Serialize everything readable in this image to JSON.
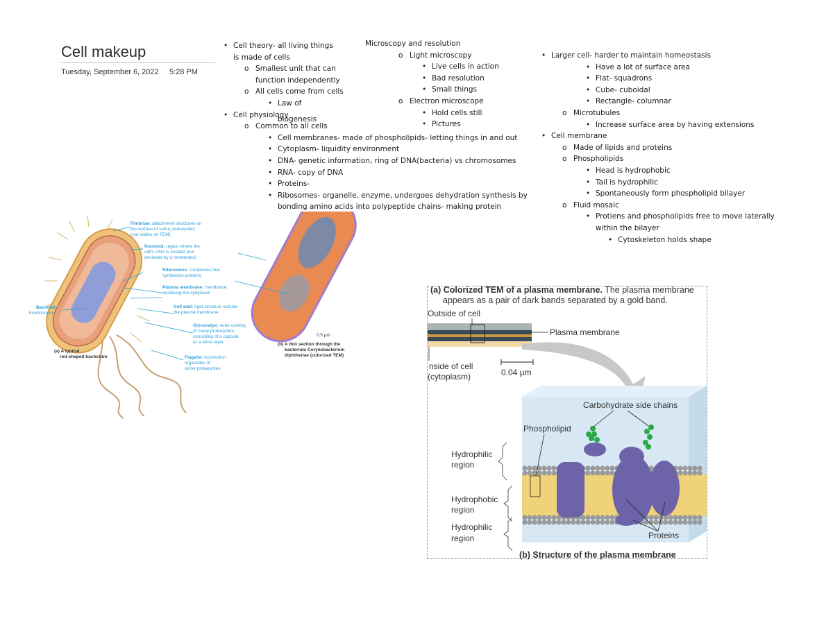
{
  "page": {
    "title": "Cell makeup",
    "date": "Tuesday, September 6, 2022",
    "time": "5:28 PM"
  },
  "notes_col1": [
    {
      "level": 1,
      "marker": "bullet",
      "text": "Cell theory- all living things"
    },
    {
      "level": 0,
      "marker": "none",
      "text": "is made of cells"
    },
    {
      "level": 2,
      "marker": "ring",
      "text": "Smallest unit that can"
    },
    {
      "level": 0,
      "marker": "none2",
      "text": "function independently"
    },
    {
      "level": 2,
      "marker": "ring",
      "text": "All cells come from cells"
    },
    {
      "level": 3,
      "marker": "bullet",
      "text": "Law of"
    },
    {
      "level": 1,
      "marker": "bullet",
      "text": "Cell physiology"
    },
    {
      "level": 2,
      "marker": "ring",
      "text": "Common to all cells"
    },
    {
      "level": 3,
      "marker": "bullet",
      "text": "Cell membranes- made of phospholipids- letting things in and out"
    },
    {
      "level": 3,
      "marker": "bullet",
      "text": "Cytoplasm- liquidity environment"
    },
    {
      "level": 3,
      "marker": "bullet",
      "text": "DNA- genetic information, ring of DNA(bacteria) vs chromosomes"
    },
    {
      "level": 3,
      "marker": "bullet",
      "text": "RNA- copy of DNA"
    },
    {
      "level": 3,
      "marker": "bullet",
      "text": "Proteins-"
    },
    {
      "level": 3,
      "marker": "bullet",
      "text": "Ribosomes- organelle, enzyme, undergoes dehydration synthesis by"
    },
    {
      "level": 0,
      "marker": "none3",
      "text": "bonding amino acids into polypeptide chains- making protein"
    }
  ],
  "biogenesis_word": "biogenesis",
  "notes_col2": [
    {
      "level": 0,
      "marker": "none",
      "text": "Microscopy and resolution"
    },
    {
      "level": 1,
      "marker": "ring",
      "text": "Light microscopy"
    },
    {
      "level": 2,
      "marker": "bullet",
      "text": "Live cells in action"
    },
    {
      "level": 2,
      "marker": "bullet",
      "text": "Bad resolution"
    },
    {
      "level": 2,
      "marker": "bullet",
      "text": "Small things"
    },
    {
      "level": 1,
      "marker": "ring",
      "text": "Electron microscope"
    },
    {
      "level": 2,
      "marker": "bullet",
      "text": "Hold cells still"
    },
    {
      "level": 2,
      "marker": "bullet",
      "text": "Pictures"
    }
  ],
  "notes_col3": [
    {
      "level": 1,
      "marker": "bullet",
      "text": "Larger cell- harder to maintain homeostasis"
    },
    {
      "level": 3,
      "marker": "bullet",
      "text": "Have a lot of surface area"
    },
    {
      "level": 3,
      "marker": "bullet",
      "text": "Flat- squadrons"
    },
    {
      "level": 3,
      "marker": "bullet",
      "text": "Cube- cuboidal"
    },
    {
      "level": 3,
      "marker": "bullet",
      "text": "Rectangle- columnar"
    },
    {
      "level": 2,
      "marker": "ring",
      "text": "Microtubules"
    },
    {
      "level": 3,
      "marker": "bullet",
      "text": "Increase surface area by having extensions"
    },
    {
      "level": 1,
      "marker": "bullet",
      "text": "Cell membrane"
    },
    {
      "level": 2,
      "marker": "ring",
      "text": "Made of lipids and proteins"
    },
    {
      "level": 2,
      "marker": "ring",
      "text": "Phospholipids"
    },
    {
      "level": 3,
      "marker": "bullet",
      "text": "Head is hydrophobic"
    },
    {
      "level": 3,
      "marker": "bullet",
      "text": "Tail is hydrophilic"
    },
    {
      "level": 3,
      "marker": "bullet",
      "text": "Spontaneously form phospholipid bilayer"
    },
    {
      "level": 2,
      "marker": "ring",
      "text": "Fluid mosaic"
    },
    {
      "level": 3,
      "marker": "bullet",
      "text": "Protiens and phospholipids free to move laterally"
    },
    {
      "level": 0,
      "marker": "none",
      "text": "within the bilayer"
    },
    {
      "level": 4,
      "marker": "bullet",
      "text": "Cytoskeleton holds shape"
    }
  ],
  "bacterium_figure": {
    "labels": {
      "fimbriae_b": "Fimbriae:",
      "fimbriae": "attachment structures on",
      "fimbriae2": "the surface of some prokaryotes",
      "fimbriae3": "(not visible on TEM)",
      "nucleoid_b": "Nucleoid:",
      "nucleoid": "region where the",
      "nucleoid2": "cell's DNA is located (not",
      "nucleoid3": "enclosed by a membrane)",
      "ribosomes_b": "Ribosomes:",
      "ribosomes": "complexes that",
      "ribosomes2": "synthesize proteins",
      "plasma_b": "Plasma membrane:",
      "plasma": "membrane",
      "plasma2": "enclosing the cytoplasm",
      "wall_b": "Cell wall:",
      "wall": "rigid structure outside",
      "wall2": "the plasma membrane",
      "glyco_b": "Glycocalyx:",
      "glyco": "outer coating",
      "glyco2": "of many prokaryotes,",
      "glyco3": "consisting of a capsule",
      "glyco4": "or a slime layer",
      "flag_b": "Flagella:",
      "flag": "locomotion",
      "flag2": "organelles of",
      "flag3": "some prokaryotes",
      "chromo1": "Bacterial",
      "chromo2": "hromosome",
      "cap_a1": "(a) A typical",
      "cap_a2": "rod-shaped bacterium",
      "cap_b1": "(b) A thin section through the",
      "cap_b2": "bacterium Corynebacterium",
      "cap_b3": "diphtheriae (colorized TEM)",
      "scale": "0.5 µm"
    },
    "colors": {
      "label_blue": "#2a9fd8",
      "cell_tan": "#e8b865",
      "cytoplasm": "#e9a488",
      "nucleoid": "#8f9ed6",
      "tem_orange": "#e98a52",
      "tem_purple": "#a07bd0"
    }
  },
  "membrane_figure": {
    "cap_a_bold": "(a) Colorized TEM of a plasma membrane.",
    "cap_a_rest": "The plasma membrane",
    "cap_a_line2": "appears as a pair of dark bands separated by a gold band.",
    "outside": "Outside of cell",
    "plasma_membrane": "Plasma membrane",
    "inside1": "nside of cell",
    "inside2": "(cytoplasm)",
    "scale": "0.04 µm",
    "carbs": "Carbohydrate side chains",
    "phospholipid": "Phospholipid",
    "hydrophilic1a": "Hydrophilic",
    "hydrophilic1b": "region",
    "hydrophobic_a": "Hydrophobic",
    "hydrophobic_b": "region",
    "hydrophilic2a": "Hydrophilic",
    "hydrophilic2b": "region",
    "proteins": "Proteins",
    "cap_b": "(b) Structure of the plasma membrane",
    "colors": {
      "protein": "#6c63a8",
      "head": "#9a9a9a",
      "tail": "#e6c24a",
      "carb": "#2aa84a",
      "box": "#cfe3f2"
    }
  }
}
